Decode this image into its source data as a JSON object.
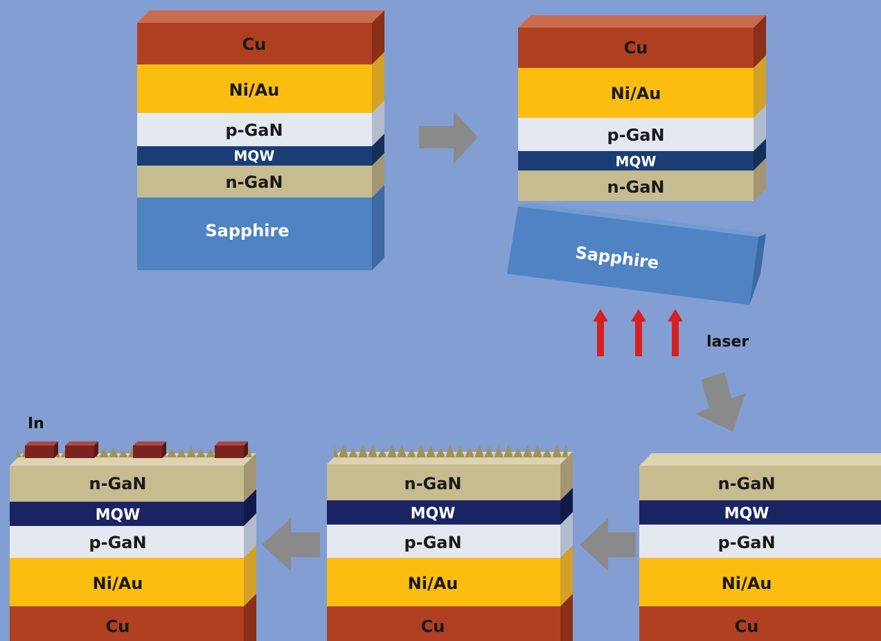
{
  "background": "#839ed2",
  "colors": {
    "Cu": [
      "#b03f22",
      "#cc6c4e",
      "#8a2f18"
    ],
    "NiAu": [
      "#fbbe10",
      "#ffd35a",
      "#d3a126"
    ],
    "pGaN": [
      "#e4e8f0",
      "#f4f6fa",
      "#b3bccc"
    ],
    "MQW_dark": [
      "#1a3e74",
      "#2a5290",
      "#123058"
    ],
    "MQW_navy": [
      "#1b2462",
      "#2a3480",
      "#111a4a"
    ],
    "nGaN": [
      "#c7bb90",
      "#ddd3ae",
      "#a49672"
    ],
    "Sapphire": [
      "#4f83c3",
      "#6f9dd3",
      "#3d6aa4"
    ],
    "In": [
      "#7a2321",
      "#a84a45",
      "#5a1815"
    ],
    "arrow": "#8a8a8a",
    "laser": "#d81f1f",
    "roughness": "#a0925c"
  },
  "structures": [
    {
      "id": "initial",
      "layers": [
        {
          "label": "Cu",
          "material": "Cu"
        },
        {
          "label": "Ni/Au",
          "material": "NiAu"
        },
        {
          "label": "p-GaN",
          "material": "pGaN"
        },
        {
          "label": "MQW",
          "material": "MQW_dark"
        },
        {
          "label": "n-GaN",
          "material": "nGaN"
        },
        {
          "label": "Sapphire",
          "material": "Sapphire"
        }
      ]
    },
    {
      "id": "laser-lift-off",
      "layers": [
        {
          "label": "Cu",
          "material": "Cu"
        },
        {
          "label": "Ni/Au",
          "material": "NiAu"
        },
        {
          "label": "p-GaN",
          "material": "pGaN"
        },
        {
          "label": "MQW",
          "material": "MQW_dark"
        },
        {
          "label": "n-GaN",
          "material": "nGaN"
        }
      ],
      "detached": {
        "label": "Sapphire",
        "material": "Sapphire"
      }
    },
    {
      "id": "flipped",
      "layers": [
        {
          "label": "n-GaN",
          "material": "nGaN"
        },
        {
          "label": "MQW",
          "material": "MQW_navy"
        },
        {
          "label": "p-GaN",
          "material": "pGaN"
        },
        {
          "label": "Ni/Au",
          "material": "NiAu"
        },
        {
          "label": "Cu",
          "material": "Cu"
        }
      ]
    },
    {
      "id": "textured",
      "layers": [
        {
          "label": "n-GaN",
          "material": "nGaN"
        },
        {
          "label": "MQW",
          "material": "MQW_navy"
        },
        {
          "label": "p-GaN",
          "material": "pGaN"
        },
        {
          "label": "Ni/Au",
          "material": "NiAu"
        },
        {
          "label": "Cu",
          "material": "Cu"
        }
      ]
    },
    {
      "id": "contacts",
      "layers": [
        {
          "label": "n-GaN",
          "material": "nGaN"
        },
        {
          "label": "MQW",
          "material": "MQW_navy"
        },
        {
          "label": "p-GaN",
          "material": "pGaN"
        },
        {
          "label": "Ni/Au",
          "material": "NiAu"
        },
        {
          "label": "Cu",
          "material": "Cu"
        }
      ],
      "contact_label": "In"
    }
  ],
  "laser_label": "laser"
}
